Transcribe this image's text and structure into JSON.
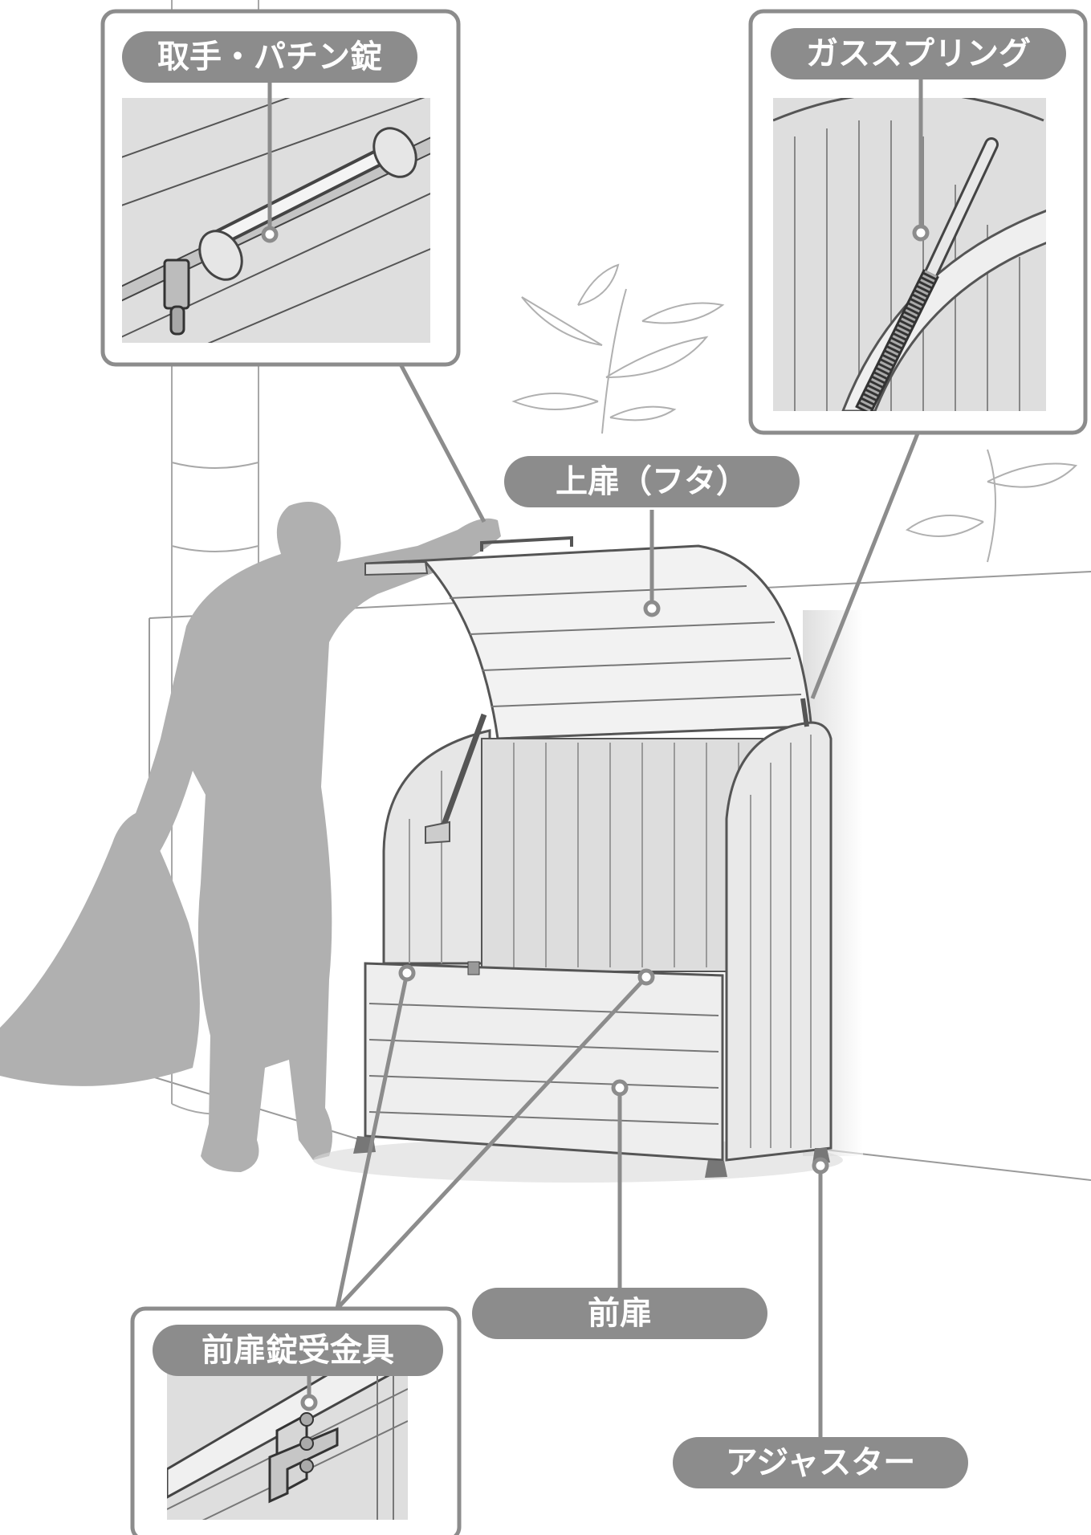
{
  "labels": {
    "handle_latch": "取手・パチン錠",
    "gas_spring": "ガススプリング",
    "top_door": "上扉（フタ）",
    "front_door_lock_receiver": "前扉錠受金具",
    "front_door": "前扉",
    "adjuster": "アジャスター"
  },
  "colors": {
    "label_bg": "#8c8c8c",
    "label_text": "#ffffff",
    "leader": "#8c8c8c",
    "silhouette": "#b0b0b0",
    "inset_frame": "#8c8c8c",
    "inset_bg": "#dedede"
  }
}
